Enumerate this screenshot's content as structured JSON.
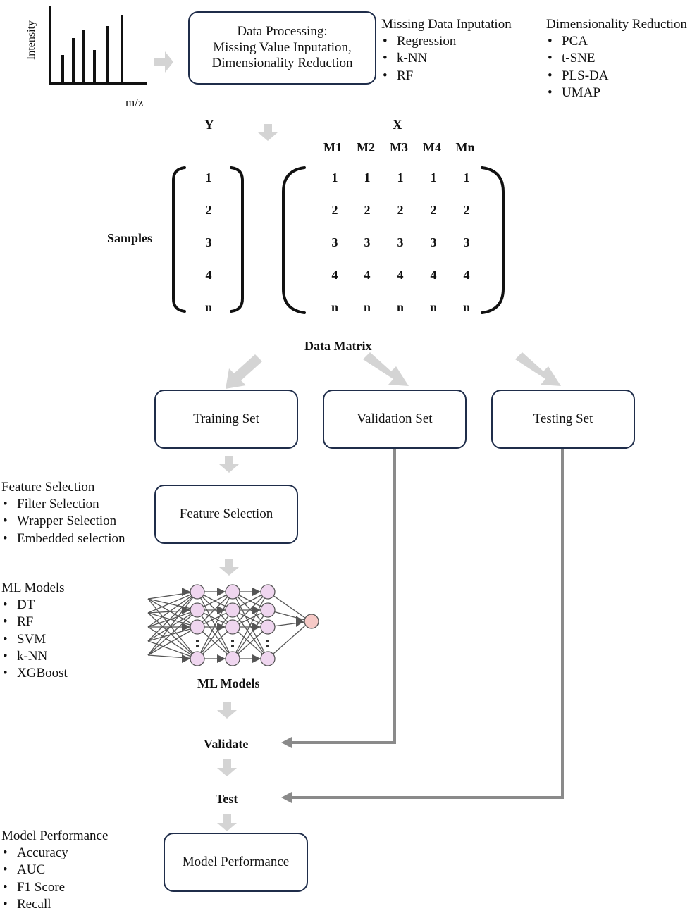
{
  "spectrum": {
    "ylabel": "Intensity",
    "xlabel": "m/z"
  },
  "processing_box": {
    "label": "Data Processing:\nMissing Value Inputation,\nDimensionality Reduction"
  },
  "missing_data": {
    "title": "Missing Data Inputation",
    "items": [
      "Regression",
      "k-NN",
      "RF"
    ]
  },
  "dim_reduction": {
    "title": "Dimensionality Reduction",
    "items": [
      "PCA",
      "t-SNE",
      "PLS-DA",
      "UMAP"
    ]
  },
  "matrix": {
    "y_label": "Y",
    "x_label": "X",
    "samples_label": "Samples",
    "columns": [
      "M1",
      "M2",
      "M3",
      "M4",
      "Mn"
    ],
    "rows": [
      "1",
      "2",
      "3",
      "4",
      "n"
    ],
    "caption": "Data Matrix"
  },
  "sets": {
    "training": "Training Set",
    "validation": "Validation Set",
    "testing": "Testing Set"
  },
  "feature_selection": {
    "title": "Feature Selection",
    "items": [
      "Filter Selection",
      "Wrapper Selection",
      "Embedded selection"
    ],
    "box": "Feature Selection"
  },
  "ml_models": {
    "title": "ML Models",
    "items": [
      "DT",
      "RF",
      "SVM",
      "k-NN",
      "XGBoost"
    ],
    "caption": "ML Models"
  },
  "steps": {
    "validate": "Validate",
    "test": "Test"
  },
  "performance": {
    "title": "Model Performance",
    "items": [
      "Accuracy",
      "AUC",
      "F1 Score",
      "Recall"
    ],
    "box": "Model Performance"
  },
  "colors": {
    "box_border": "#1f2d4a",
    "arrow": "#d4d4d4",
    "line": "#8a8a8a",
    "node": "#efd6ef",
    "output_node": "#f6c9c6"
  }
}
